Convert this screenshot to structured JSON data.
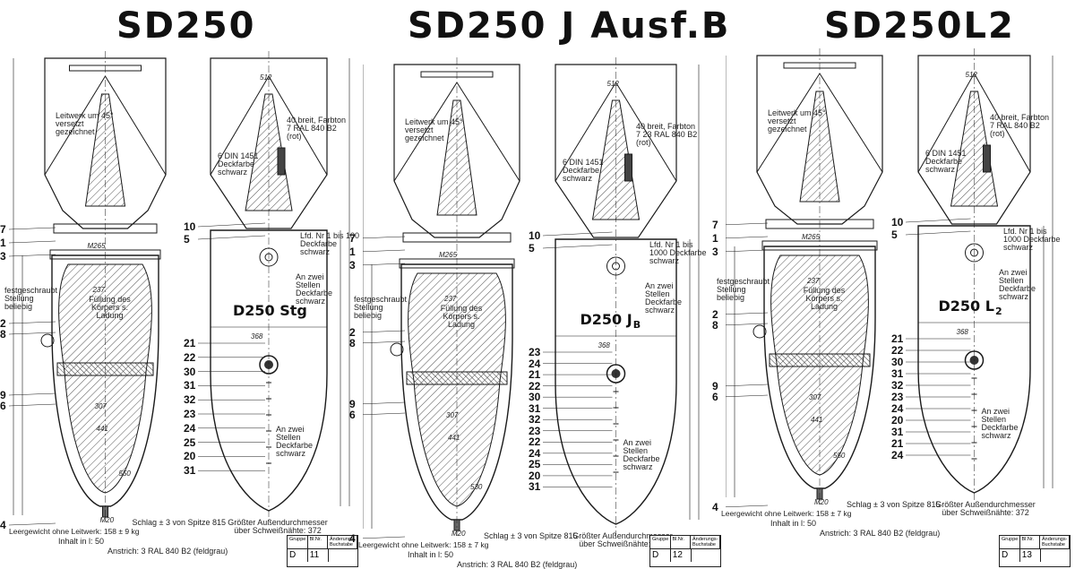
{
  "panels": [
    {
      "title": "SD250",
      "section_label": "D250 Stg",
      "tail_note_left": "Leitwerk um 45° versetzt gezeichnet",
      "tail_note_right": "40 breit, Farbton 7 RAL 840 B2 (rot)",
      "stripe_note": "6 DIN 1451 Deckfarbe schwarz",
      "lfd_note": "Lfd. Nr 1 bis 100 Deckfarbe schwarz",
      "fill_note": "Füllung des Körpers s. Ladung",
      "fixing_note": "festgeschraubt Stellung beliebig",
      "two_places_1": "An zwei Stellen Deckfarbe schwarz",
      "two_places_2": "An zwei Stellen Deckfarbe schwarz",
      "schlag": "Schlag ± 3 von Spitze 815",
      "max_dia": "Größter Außendurchmesser über Schweißnähte: 372",
      "weight": "Leergewicht ohne Leitwerk: 158 ± 9 kg",
      "scale": "Inhalt in l: 50",
      "paint": "Anstrich: 3 RAL 840 B2 (feldgrau)",
      "sheet": "11",
      "callouts_left": [
        "7",
        "1",
        "3",
        "2",
        "8",
        "9",
        "6",
        "4"
      ],
      "callouts_right": [
        "10",
        "5",
        "21",
        "22",
        "30",
        "31",
        "32",
        "23",
        "24",
        "25",
        "20",
        "31"
      ],
      "dims": [
        "512",
        "M265",
        "237",
        "441",
        "307",
        "550",
        "368",
        "M20"
      ]
    },
    {
      "title": "SD250 J Ausf.B",
      "section_label": "D250 J",
      "section_sub": "B",
      "tail_note_left": "Leitwerk um 45° versetzt gezeichnet",
      "tail_note_right": "40 breit, Farbton 7 23 RAL 840 B2 (rot)",
      "stripe_note": "6 DIN 1451 Deckfarbe schwarz",
      "lfd_note": "Lfd. Nr 1 bis 1000 Deckfarbe schwarz",
      "fill_note": "Füllung des Körpers s. Ladung",
      "fixing_note": "festgeschraubt Stellung beliebig",
      "two_places_1": "An zwei Stellen Deckfarbe schwarz",
      "two_places_2": "An zwei Stellen Deckfarbe schwarz",
      "schlag": "Schlag ± 3 von Spitze 815",
      "max_dia": "Größter Außendurchmesser über Schweißnähte: 372",
      "weight": "Leergewicht ohne Leitwerk: 158 ± 7 kg",
      "scale": "Inhalt in l: 50",
      "paint": "Anstrich: 3 RAL 840 B2 (feldgrau)",
      "sheet": "12",
      "callouts_left": [
        "7",
        "1",
        "3",
        "2",
        "8",
        "9",
        "6",
        "4"
      ],
      "callouts_right": [
        "10",
        "5",
        "23",
        "24",
        "21",
        "22",
        "30",
        "31",
        "32",
        "23",
        "22",
        "24",
        "25",
        "20",
        "31"
      ],
      "dims": [
        "512",
        "M265",
        "237",
        "441",
        "307",
        "530",
        "368",
        "M20"
      ]
    },
    {
      "title": "SD250L2",
      "section_label": "D250 L",
      "section_sub": "2",
      "tail_note_left": "Leitwerk um 45° versetzt gezeichnet",
      "tail_note_right": "40 breit, Farbton 7 RAL 840 B2 (rot)",
      "stripe_note": "6 DIN 1451 Deckfarbe schwarz",
      "lfd_note": "Lfd. Nr 1 bis 1000 Deckfarbe schwarz",
      "fill_note": "Füllung des Körpers s. Ladung",
      "fixing_note": "festgeschraubt Stellung beliebig",
      "two_places_1": "An zwei Stellen Deckfarbe schwarz",
      "two_places_2": "An zwei Stellen Deckfarbe schwarz",
      "schlag": "Schlag ± 3 von Spitze 815",
      "max_dia": "Größter Außendurchmesser über Schweißnähte: 372",
      "weight": "Leergewicht ohne Leitwerk: 158 ± 7 kg",
      "scale": "Inhalt in l: 50",
      "paint": "Anstrich: 3 RAL 840 B2 (feldgrau)",
      "sheet": "13",
      "callouts_left": [
        "7",
        "1",
        "3",
        "2",
        "8",
        "9",
        "6",
        "4"
      ],
      "callouts_right": [
        "10",
        "5",
        "21",
        "22",
        "30",
        "31",
        "32",
        "23",
        "24",
        "20",
        "31",
        "21",
        "24"
      ],
      "dims": [
        "512",
        "M265",
        "237",
        "441",
        "307",
        "550",
        "368",
        "M20"
      ]
    }
  ],
  "table_header": [
    "Gruppe",
    "Bl.Nr.",
    "Änderungs-Buchstabe"
  ],
  "table_values": [
    "D",
    "",
    ""
  ],
  "colors": {
    "ink": "#1a1a1a",
    "hatch": "#555555",
    "paper": "#ffffff"
  }
}
